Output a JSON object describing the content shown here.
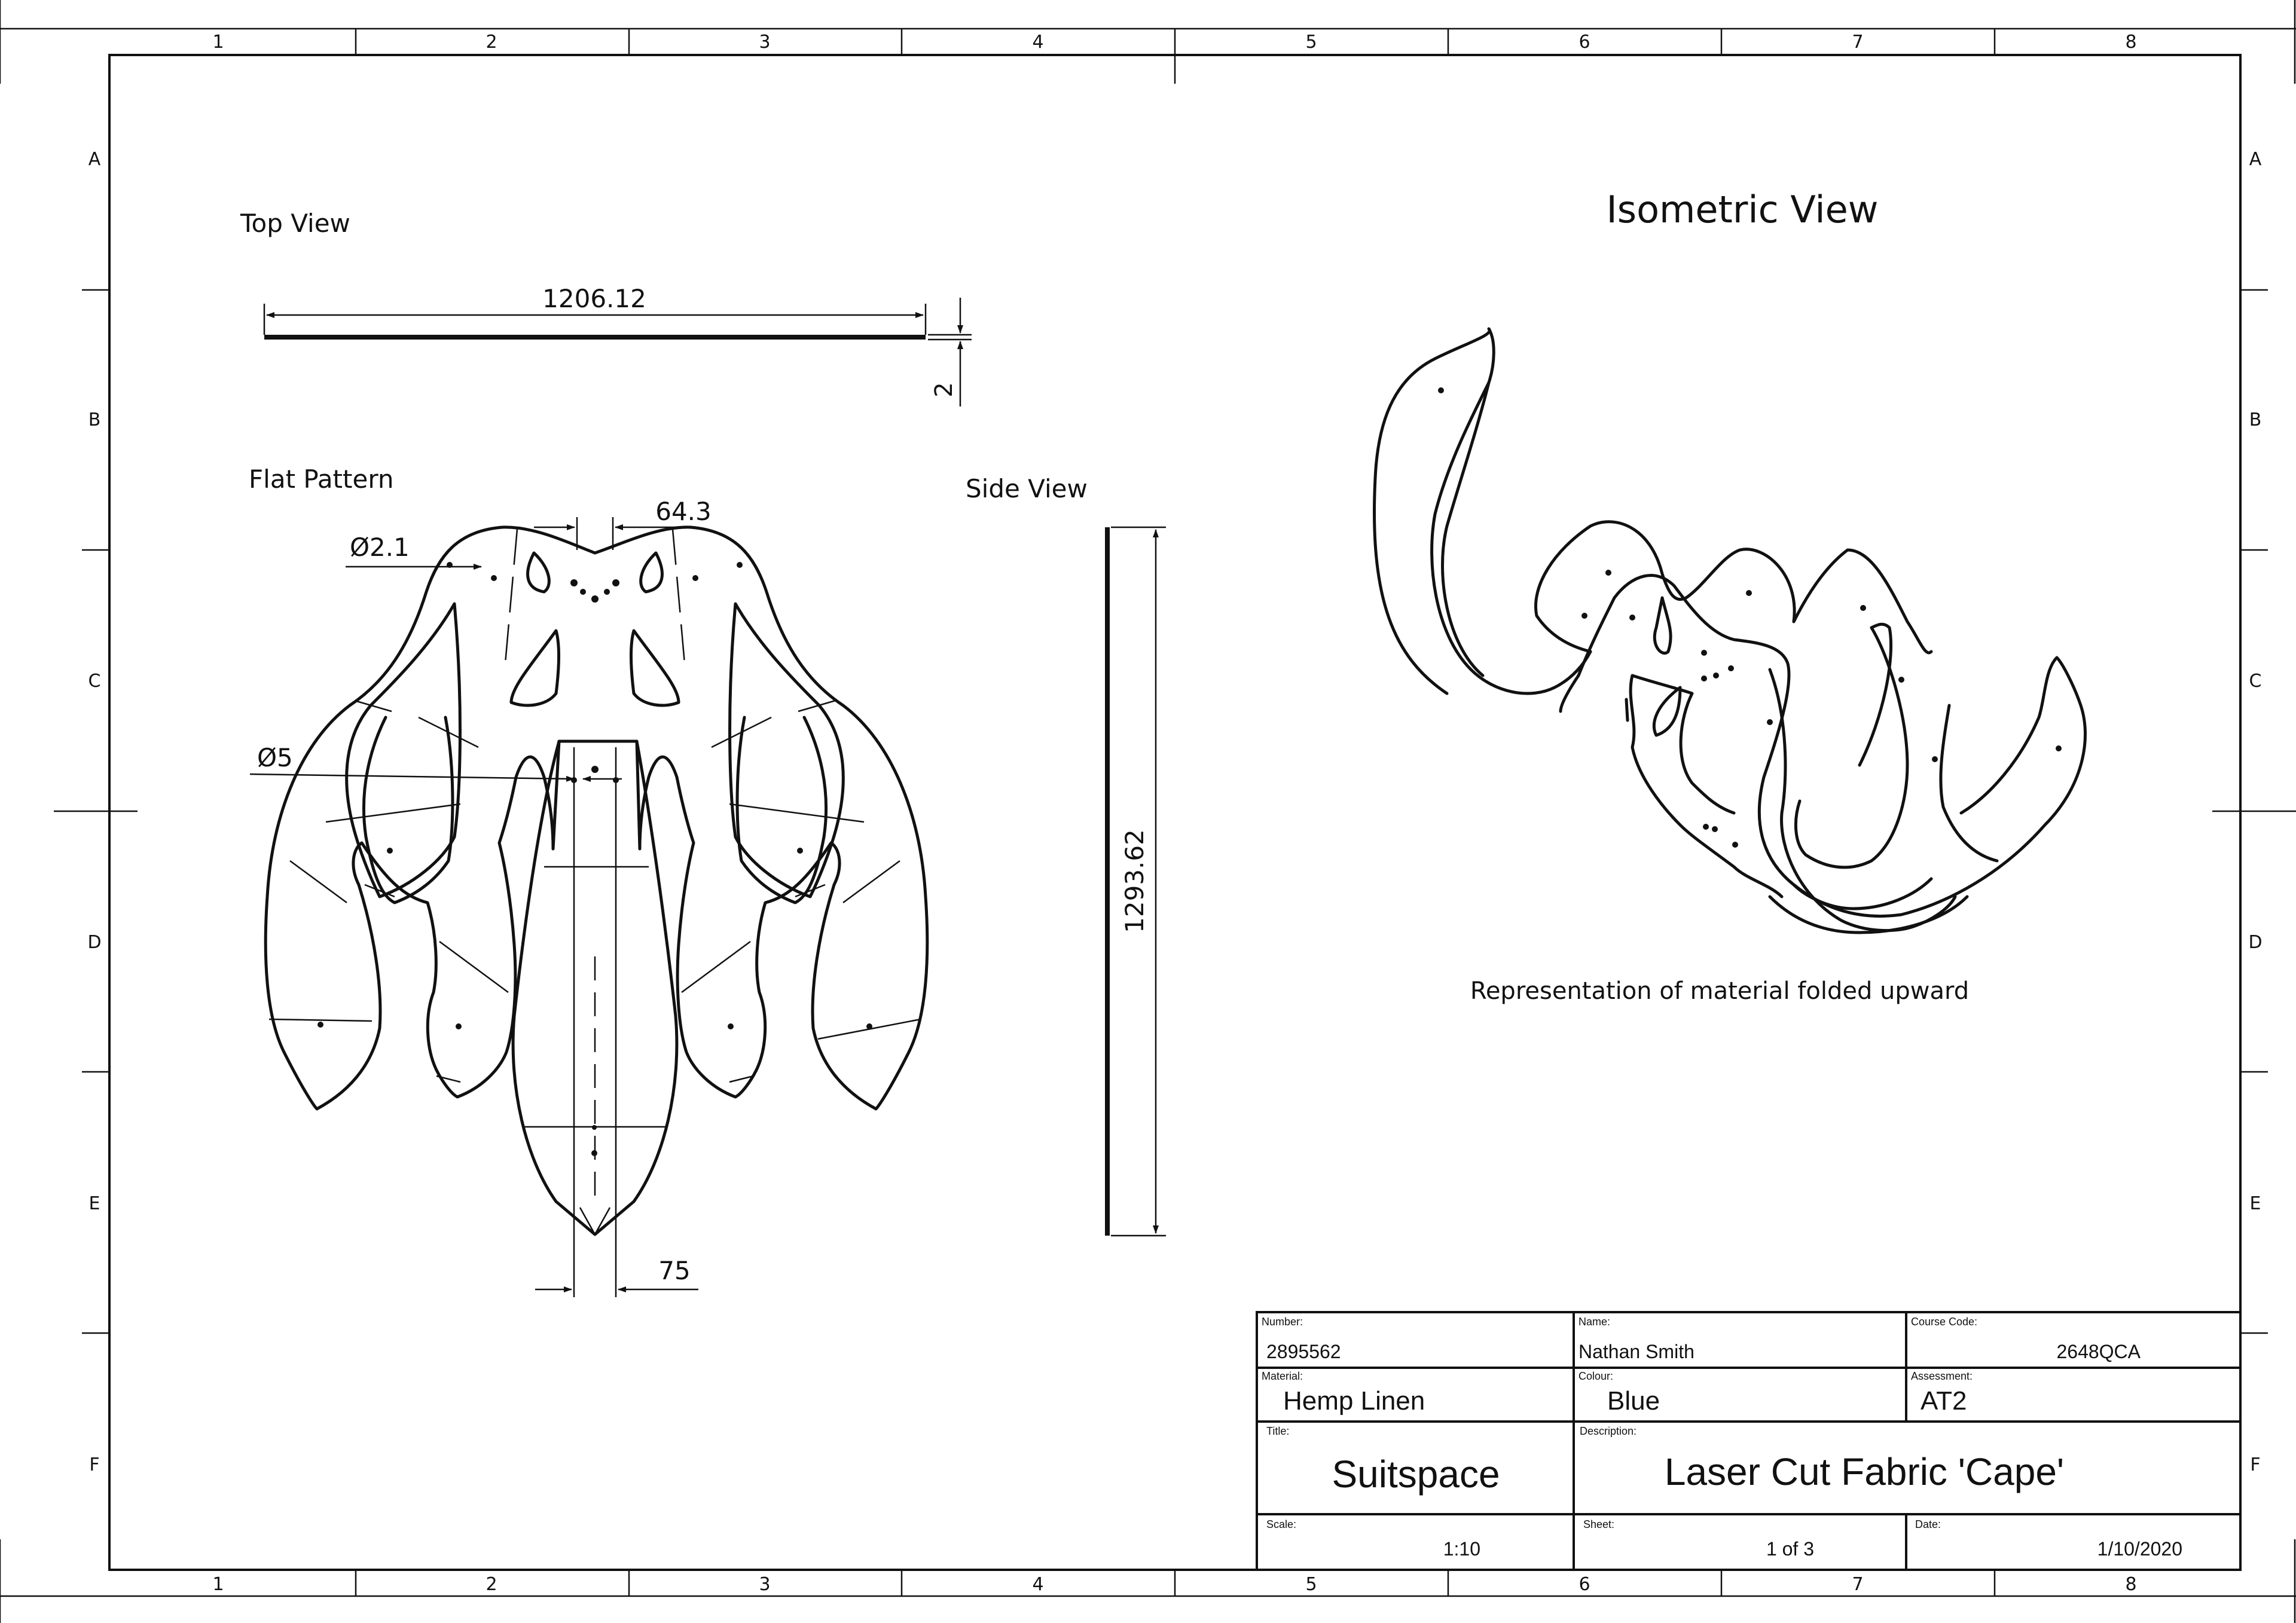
{
  "grid": {
    "columns": [
      "1",
      "2",
      "3",
      "4",
      "5",
      "6",
      "7",
      "8"
    ],
    "rows": [
      "A",
      "B",
      "C",
      "D",
      "E",
      "F"
    ]
  },
  "views": {
    "top_view": "Top View",
    "flat_pattern": "Flat Pattern",
    "side_view": "Side View",
    "isometric_view": "Isometric View",
    "isometric_caption": "Representation of material folded upward"
  },
  "dimensions": {
    "width": "1206.12",
    "thickness": "2",
    "height": "1293.62",
    "hole_small": "Ø2.1",
    "hole_large": "Ø5",
    "neck_gap": "64.3",
    "tip_width": "75"
  },
  "title_block": {
    "number_label": "Number:",
    "number": "2895562",
    "name_label": "Name:",
    "name": "Nathan Smith",
    "course_label": "Course Code:",
    "course": "2648QCA",
    "material_label": "Material:",
    "material": "Hemp Linen",
    "colour_label": "Colour:",
    "colour": "Blue",
    "assessment_label": "Assessment:",
    "assessment": "AT2",
    "title_label": "Title:",
    "title": "Suitspace",
    "description_label": "Description:",
    "description": "Laser Cut Fabric 'Cape'",
    "scale_label": "Scale:",
    "scale": "1:10",
    "sheet_label": "Sheet:",
    "sheet": "1 of 3",
    "date_label": "Date:",
    "date": "1/10/2020"
  }
}
